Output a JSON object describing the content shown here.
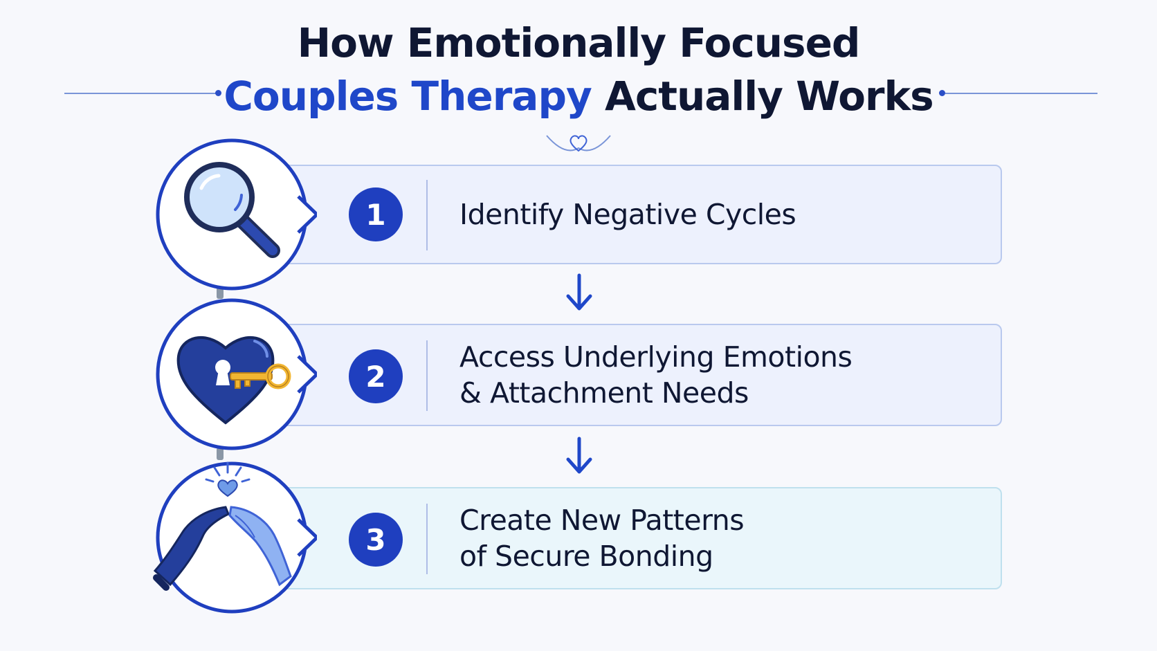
{
  "title": {
    "line1": "How Emotionally Focused",
    "line2_accent": "Couples Therapy",
    "line2_rest": " Actually Works"
  },
  "steps": [
    {
      "number": "1",
      "line1": "Identify Negative Cycles",
      "line2": "",
      "icon": "magnifying-glass-icon"
    },
    {
      "number": "2",
      "line1": "Access Underlying Emotions",
      "line2": "& Attachment Needs",
      "icon": "heart-key-icon"
    },
    {
      "number": "3",
      "line1": "Create New Patterns",
      "line2": "of Secure Bonding",
      "icon": "hands-heart-icon"
    }
  ],
  "colors": {
    "accent": "#1f47c9",
    "badge": "#1f3fbf",
    "heart": "#243f9c",
    "key": "#f2b632",
    "title": "#0f1733"
  }
}
